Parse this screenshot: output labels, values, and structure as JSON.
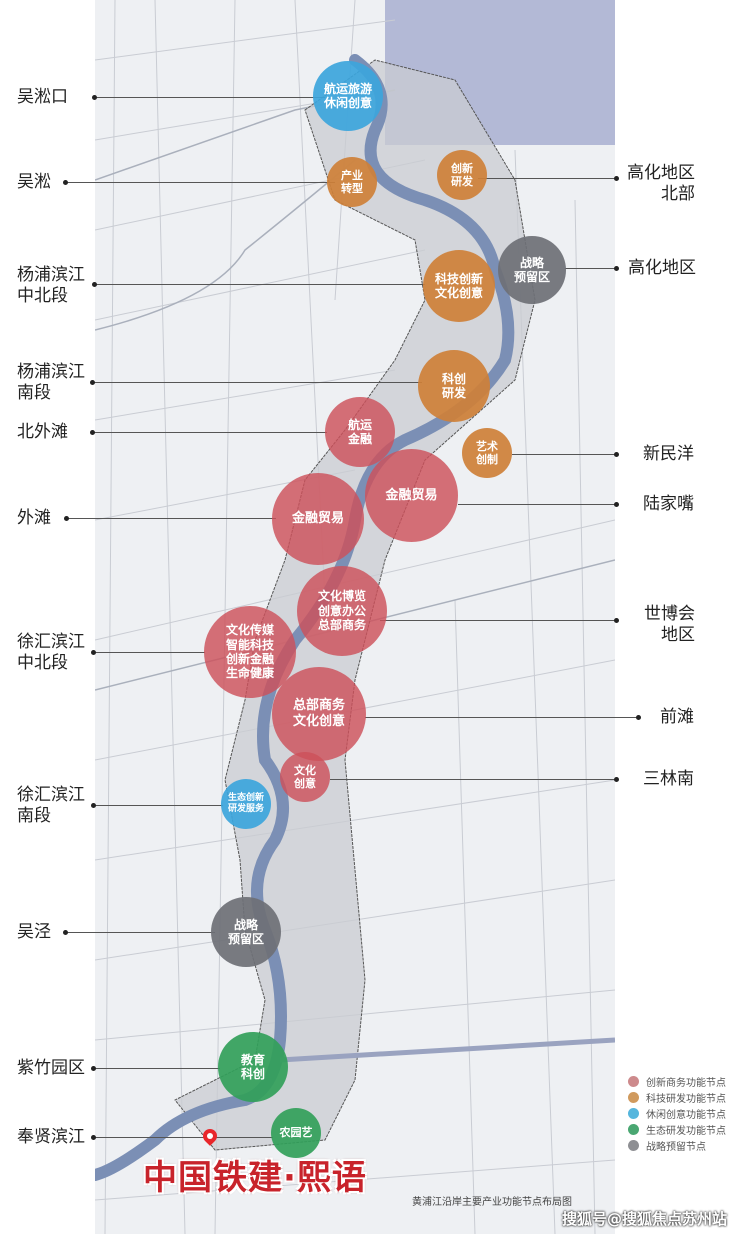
{
  "map": {
    "caption": "黄浦江沿岸主要产业功能节点布局图",
    "colors": {
      "sea": "#b3b9d6",
      "river": "#7b8fb5",
      "land": "#eef0f3",
      "creative_business": "#cd505a",
      "tech_rd": "#ce8038",
      "leisure": "#3ca5dc",
      "eco_rd": "#32a05a",
      "strategic": "#6e7076"
    }
  },
  "left_labels": [
    {
      "text": "吴淞口"
    },
    {
      "text": "吴淞"
    },
    {
      "text": "杨浦滨江\n中北段"
    },
    {
      "text": "杨浦滨江\n南段"
    },
    {
      "text": "北外滩"
    },
    {
      "text": "外滩"
    },
    {
      "text": "徐汇滨江\n中北段"
    },
    {
      "text": "徐汇滨江\n南段"
    },
    {
      "text": "吴泾"
    },
    {
      "text": "紫竹园区"
    },
    {
      "text": "奉贤滨江"
    }
  ],
  "right_labels": [
    {
      "text": "高化地区\n北部"
    },
    {
      "text": "高化地区"
    },
    {
      "text": "新民洋"
    },
    {
      "text": "陆家嘴"
    },
    {
      "text": "世博会\n地区"
    },
    {
      "text": "前滩"
    },
    {
      "text": "三林南"
    }
  ],
  "nodes": [
    {
      "text": "航运旅游\n休闲创意",
      "type": "leisure"
    },
    {
      "text": "产业\n转型",
      "type": "tech_rd"
    },
    {
      "text": "创新\n研发",
      "type": "tech_rd"
    },
    {
      "text": "科技创新\n文化创意",
      "type": "tech_rd"
    },
    {
      "text": "战略\n预留区",
      "type": "strategic"
    },
    {
      "text": "科创\n研发",
      "type": "tech_rd"
    },
    {
      "text": "航运\n金融",
      "type": "creative_business"
    },
    {
      "text": "艺术\n创制",
      "type": "tech_rd"
    },
    {
      "text": "金融贸易",
      "type": "creative_business"
    },
    {
      "text": "金融贸易",
      "type": "creative_business"
    },
    {
      "text": "文化博览\n创意办公\n总部商务",
      "type": "creative_business"
    },
    {
      "text": "文化传媒\n智能科技\n创新金融\n生命健康",
      "type": "creative_business"
    },
    {
      "text": "总部商务\n文化创意",
      "type": "creative_business"
    },
    {
      "text": "文化\n创意",
      "type": "creative_business"
    },
    {
      "text": "生态创新\n研发服务",
      "type": "leisure"
    },
    {
      "text": "战略\n预留区",
      "type": "strategic"
    },
    {
      "text": "教育\n科创",
      "type": "eco_rd"
    },
    {
      "text": "农园艺",
      "type": "eco_rd"
    }
  ],
  "legend": [
    {
      "label": "创新商务功能节点",
      "color": "#cd8a8c"
    },
    {
      "label": "科技研发功能节点",
      "color": "#d09a5e"
    },
    {
      "label": "休闲创意功能节点",
      "color": "#56b6dd"
    },
    {
      "label": "生态研发功能节点",
      "color": "#4aa772"
    },
    {
      "label": "战略预留节点",
      "color": "#8e8f93"
    }
  ],
  "project": {
    "title": "中国铁建·熙语",
    "pin_icon": "location-pin-icon"
  },
  "watermark": "搜狐号@搜狐焦点苏州站"
}
